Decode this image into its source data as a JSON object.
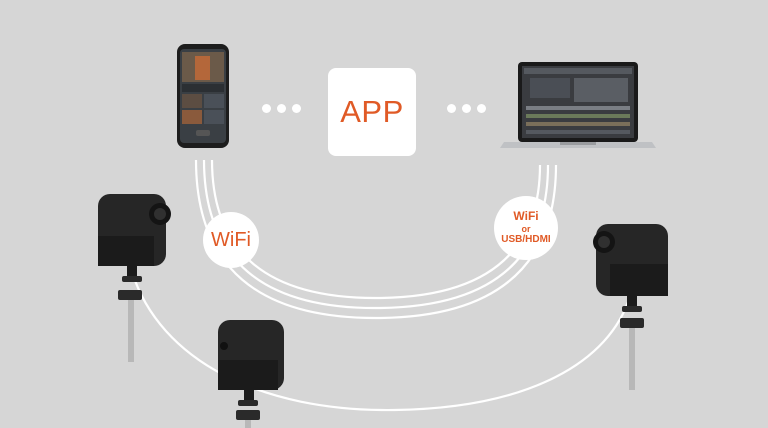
{
  "app": {
    "label": "APP"
  },
  "connection_left": {
    "label": "WiFi"
  },
  "connection_right": {
    "line1": "WiFi",
    "line2": "or",
    "line3": "USB/HDMI"
  },
  "colors": {
    "accent": "#e05a26",
    "background": "#d6d6d6",
    "panel": "#ffffff",
    "device": "#262626"
  },
  "icons": [
    "smartphone-icon",
    "laptop-icon",
    "camera-icon",
    "tripod-mount-icon"
  ]
}
